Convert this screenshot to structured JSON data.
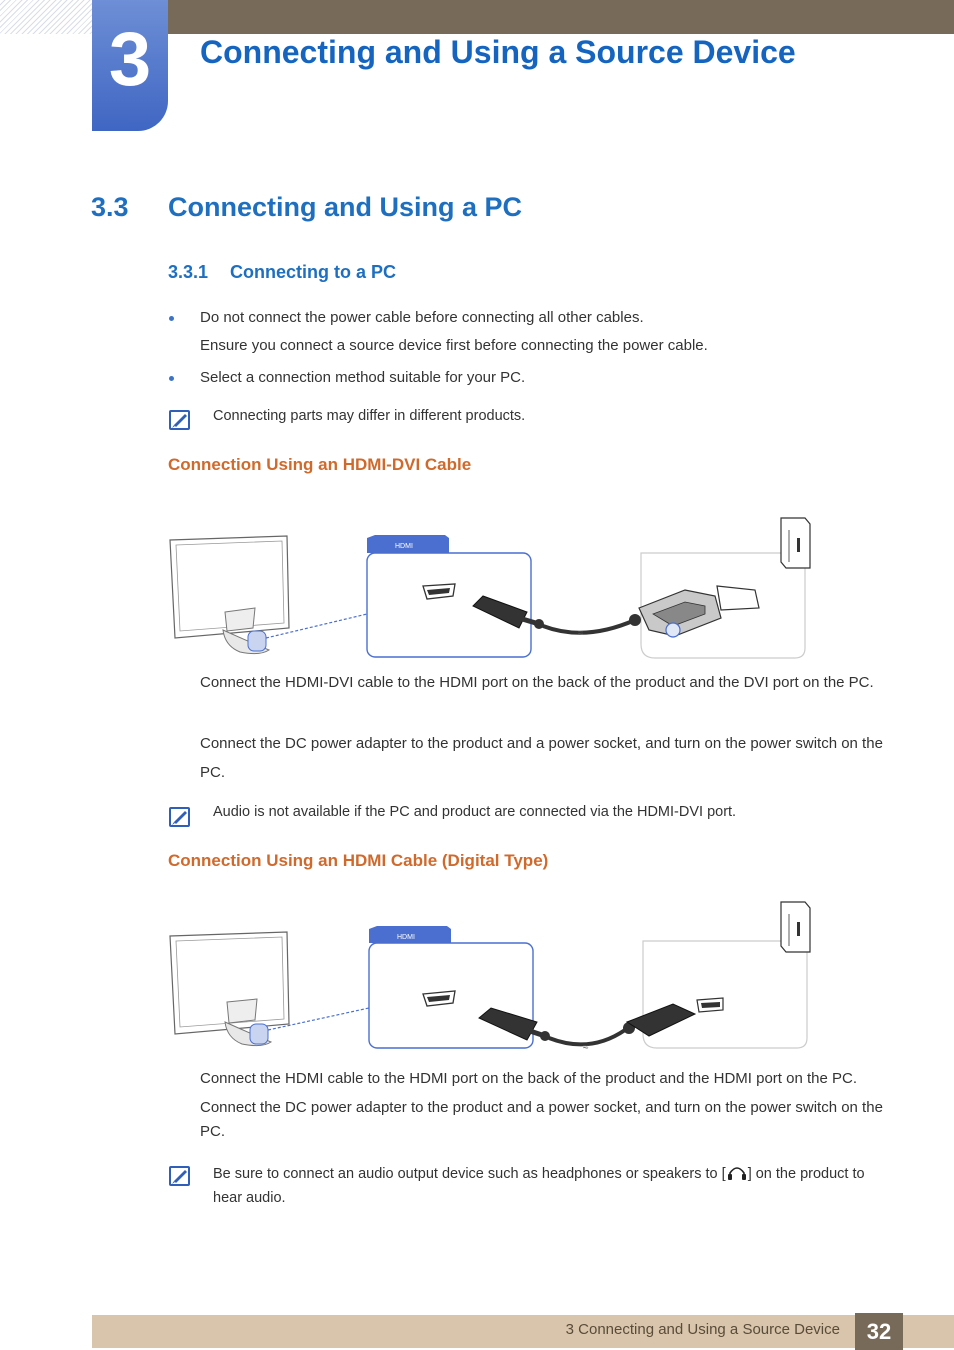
{
  "chapter": {
    "number": "3",
    "title": "Connecting and Using a Source Device"
  },
  "section": {
    "number": "3.3",
    "title": "Connecting and Using a PC"
  },
  "subsection": {
    "number": "3.3.1",
    "title": "Connecting to a PC"
  },
  "bullets": [
    {
      "line1": "Do not connect the power cable before connecting all other cables.",
      "line2": "Ensure you connect a source device first before connecting the power cable."
    },
    {
      "line1": "Select a connection method suitable for your PC."
    }
  ],
  "note1": "Connecting parts may differ in different products.",
  "hdmi_dvi": {
    "heading": "Connection Using an HDMI-DVI Cable",
    "port_tab_label": "HDMI",
    "para1": "Connect the HDMI-DVI cable to the HDMI port on the back of the product and the DVI port on the PC.",
    "para2": "Connect the DC power adapter to the product and a power socket, and turn on the power switch on the PC.",
    "note": "Audio is not available if the PC and product are connected via the HDMI-DVI port."
  },
  "hdmi": {
    "heading": "Connection Using an HDMI Cable (Digital Type)",
    "port_tab_label": "HDMI",
    "para1": "Connect the HDMI cable to the HDMI port on the back of the product and the HDMI port on the PC.",
    "para2": "Connect the DC power adapter to the product and a power socket, and turn on the power switch on the PC.",
    "note_before": "Be sure to connect an audio output device such as headphones or speakers to [",
    "note_after": "] on the product to hear audio."
  },
  "footer": {
    "text": "3 Connecting and Using a Source Device",
    "page": "32"
  },
  "colors": {
    "heading_blue": "#1e6fc0",
    "subheading_orange": "#d06a2c",
    "header_brown": "#776a59",
    "footer_tan": "#d8c5ab",
    "port_blue": "#4a6fd0"
  },
  "icons": [
    "note-icon",
    "headphone-icon",
    "monitor-icon",
    "pc-tower-icon",
    "hdmi-connector-icon",
    "dvi-connector-icon"
  ]
}
